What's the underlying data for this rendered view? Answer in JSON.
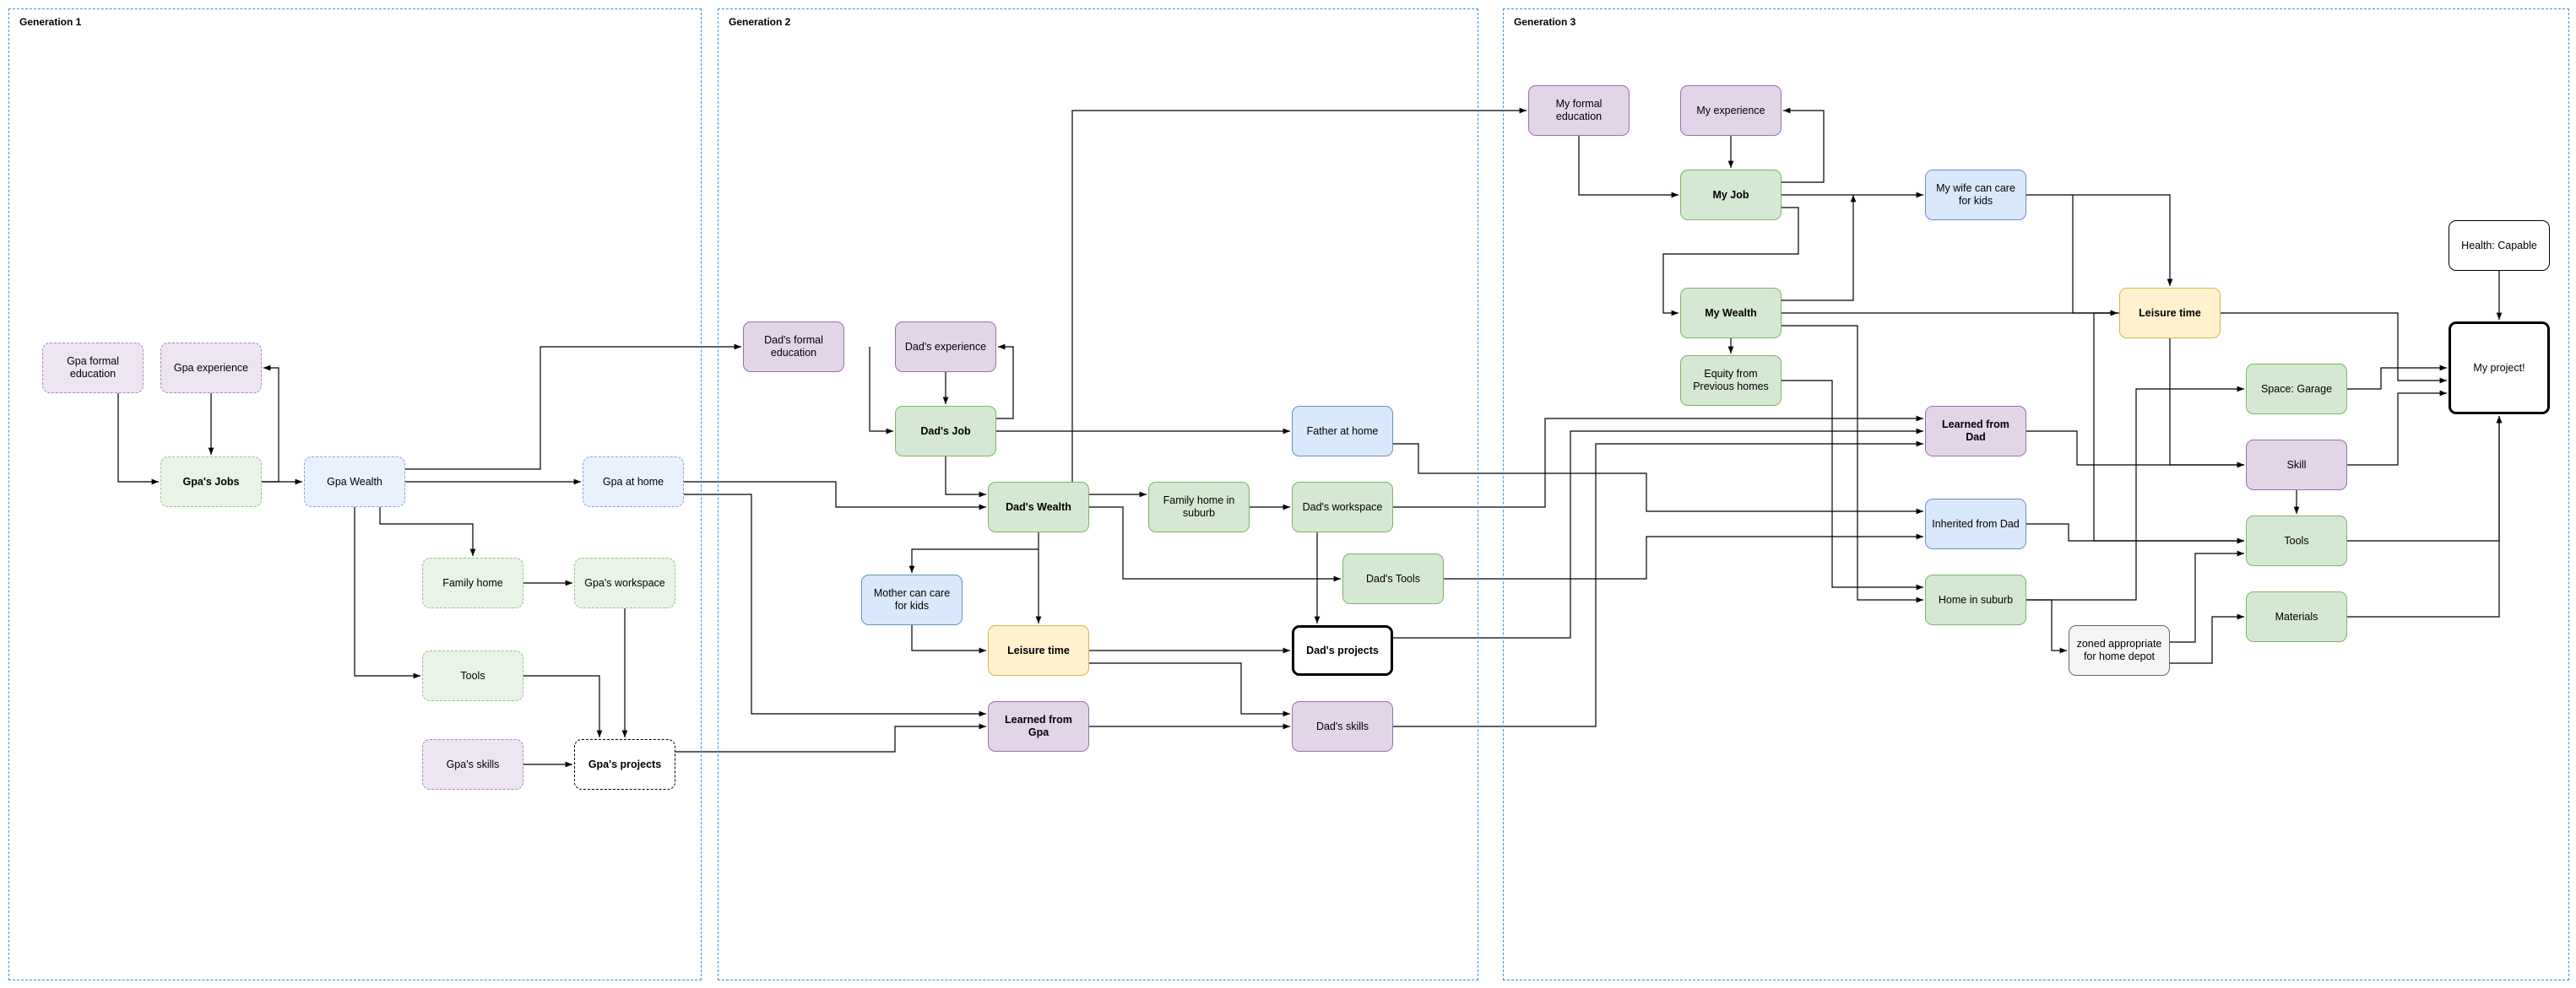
{
  "generations": [
    {
      "id": "g1",
      "title": "Generation 1"
    },
    {
      "id": "g2",
      "title": "Generation 2"
    },
    {
      "id": "g3",
      "title": "Generation 3"
    }
  ],
  "nodes": {
    "gpa_formal_education": {
      "label": "Gpa formal education",
      "color": "purple"
    },
    "gpa_experience": {
      "label": "Gpa experience",
      "color": "purple"
    },
    "gpa_jobs": {
      "label": "Gpa's Jobs",
      "color": "green",
      "bold": true
    },
    "gpa_wealth": {
      "label": "Gpa Wealth",
      "color": "blue"
    },
    "gpa_at_home": {
      "label": "Gpa at home",
      "color": "blue"
    },
    "family_home_g1": {
      "label": "Family home",
      "color": "green"
    },
    "gpa_workspace": {
      "label": "Gpa's workspace",
      "color": "green"
    },
    "tools_g1": {
      "label": "Tools",
      "color": "green"
    },
    "gpa_skills": {
      "label": "Gpa's skills",
      "color": "purple"
    },
    "gpa_projects": {
      "label": "Gpa's projects",
      "color": "white",
      "bold": true
    },
    "dad_formal_education": {
      "label": "Dad's formal education",
      "color": "purple"
    },
    "dad_experience": {
      "label": "Dad's experience",
      "color": "purple"
    },
    "dad_job": {
      "label": "Dad's Job",
      "color": "green",
      "bold": true
    },
    "dad_wealth": {
      "label": "Dad's Wealth",
      "color": "green",
      "bold": true
    },
    "family_home_suburb": {
      "label": "Family home in suburb",
      "color": "green"
    },
    "father_at_home": {
      "label": "Father at home",
      "color": "blue"
    },
    "dad_workspace": {
      "label": "Dad's workspace",
      "color": "green"
    },
    "dad_tools": {
      "label": "Dad's Tools",
      "color": "green"
    },
    "mother_care": {
      "label": "Mother can care for kids",
      "color": "blue"
    },
    "leisure_g2": {
      "label": "Leisure time",
      "color": "yellow",
      "bold": true
    },
    "dad_projects": {
      "label": "Dad's projects",
      "color": "white",
      "bold": true
    },
    "learned_from_gpa": {
      "label": "Learned from Gpa",
      "color": "purple",
      "bold": true
    },
    "dad_skills": {
      "label": "Dad's skills",
      "color": "purple"
    },
    "my_formal_education": {
      "label": "My formal education",
      "color": "purple"
    },
    "my_experience": {
      "label": "My experience",
      "color": "purple"
    },
    "my_job": {
      "label": "My Job",
      "color": "green",
      "bold": true
    },
    "wife_care": {
      "label": "My wife can care for kids",
      "color": "blue"
    },
    "my_wealth": {
      "label": "My Wealth",
      "color": "green",
      "bold": true
    },
    "equity": {
      "label": "Equity from Previous homes",
      "color": "green"
    },
    "leisure_g3": {
      "label": "Leisure time",
      "color": "yellow",
      "bold": true
    },
    "learned_from_dad": {
      "label": "Learned from Dad",
      "color": "purple",
      "bold": true
    },
    "inherited_from_dad": {
      "label": "Inherited from Dad",
      "color": "blue"
    },
    "home_suburb": {
      "label": "Home in suburb",
      "color": "green"
    },
    "zoned": {
      "label": "zoned appropriate for home depot",
      "color": "grey"
    },
    "health": {
      "label": "Health: Capable",
      "color": "white"
    },
    "my_project": {
      "label": "My project!",
      "color": "white"
    },
    "space_garage": {
      "label": "Space: Garage",
      "color": "green"
    },
    "skill": {
      "label": "Skill",
      "color": "purple"
    },
    "tools_g3": {
      "label": "Tools",
      "color": "green"
    },
    "materials": {
      "label": "Materials",
      "color": "green"
    }
  },
  "colors": {
    "arrow": "#000000",
    "generation_border": "#3b8fe0"
  }
}
